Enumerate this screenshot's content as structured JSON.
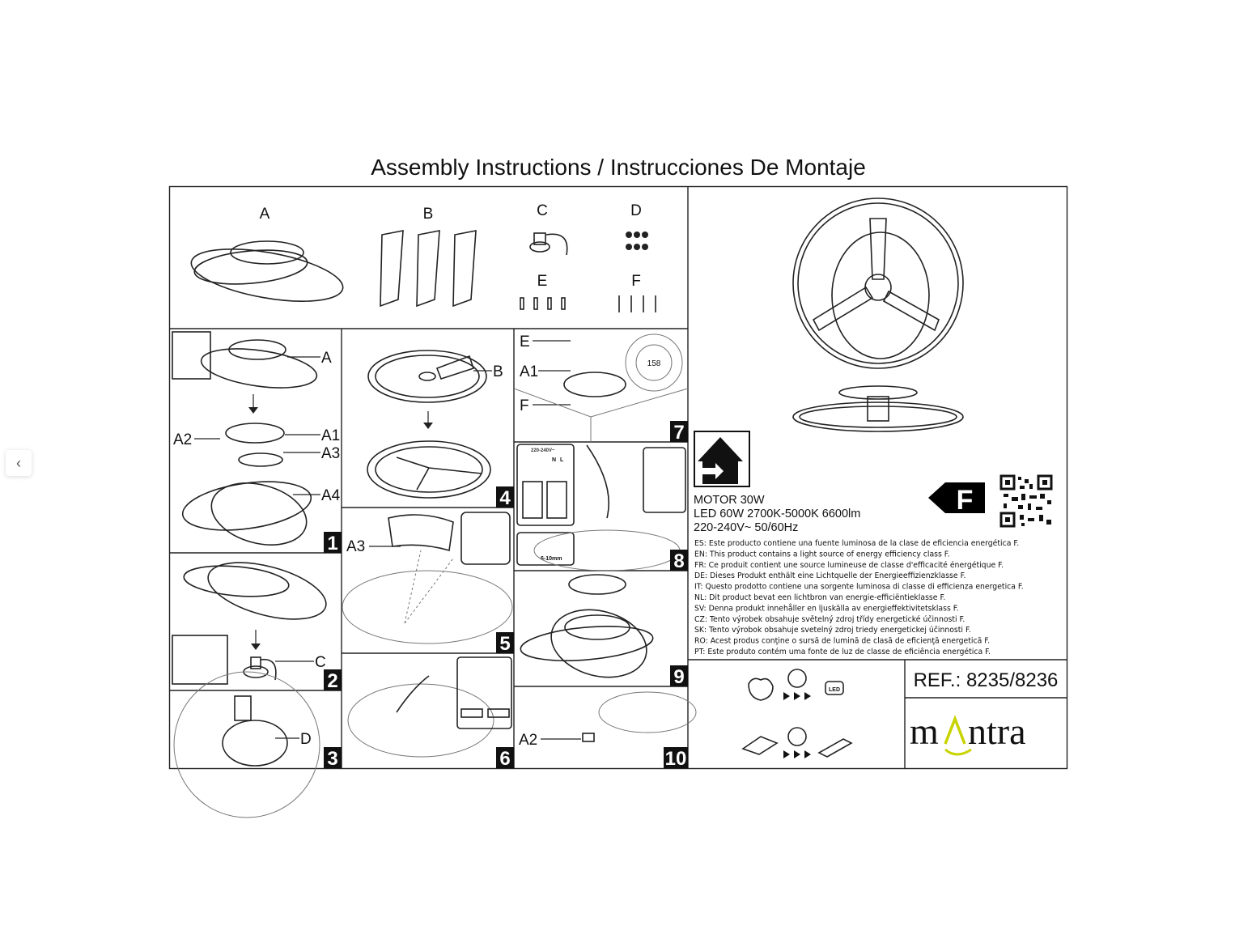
{
  "viewer": {
    "prev_icon": "chevron-left-icon",
    "prev_glyph": "‹"
  },
  "document": {
    "title": "Assembly Instructions / Instrucciones De Montaje",
    "parts": [
      "A",
      "B",
      "C",
      "D",
      "E",
      "F"
    ],
    "steps": {
      "s1": {
        "num": "1",
        "labels": [
          "A",
          "A1",
          "A2",
          "A3",
          "A4"
        ]
      },
      "s2": {
        "num": "2",
        "labels": [
          "C"
        ]
      },
      "s3": {
        "num": "3",
        "labels": [
          "D"
        ]
      },
      "s4": {
        "num": "4",
        "labels": [
          "B"
        ]
      },
      "s5": {
        "num": "5",
        "labels": [
          "A3"
        ]
      },
      "s6": {
        "num": "6"
      },
      "s7": {
        "num": "7",
        "labels": [
          "E",
          "A1",
          "F"
        ],
        "dimension": "158"
      },
      "s8": {
        "num": "8",
        "voltage": "220-240V~",
        "neutral": "N",
        "live": "L",
        "strip": "6-10mm"
      },
      "s9": {
        "num": "9"
      },
      "s10": {
        "num": "10",
        "labels": [
          "A2"
        ]
      }
    },
    "specs": {
      "motor": "MOTOR 30W",
      "led": "LED 60W 2700K-5000K 6600lm",
      "power": "220-240V~ 50/60Hz",
      "energy_class": "F",
      "energy_color": "#000000"
    },
    "languages": [
      "ES: Este producto contiene una fuente luminosa de la clase de eficiencia energética F.",
      "EN: This product contains a light source of energy efficiency class F.",
      "FR: Ce produit contient une source lumineuse de classe d'efficacité énergétique F.",
      "DE: Dieses Produkt enthält eine Lichtquelle der Energieeffizienzklasse F.",
      "IT: Questo prodotto contiene una sorgente luminosa di classe di efficienza energetica F.",
      "NL: Dit product bevat een lichtbron van energie-efficiëntieklasse F.",
      "SV: Denna produkt innehåller en ljuskälla av energieffektivitetsklass F.",
      "CZ: Tento výrobek obsahuje světelný zdroj třídy energetické účinnosti F.",
      "SK: Tento výrobok obsahuje svetelný zdroj triedy energetickej účinnosti F.",
      "RO: Acest produs conţine o sursă de lumină de clasă de eficienţă energetică F.",
      "PT: Este produto contém uma fonte de luz de classe de eficiência energética F."
    ],
    "ref": "REF.: 8235/8236",
    "led_icon_text": "LED",
    "brand": {
      "logo_text": "mantra",
      "accent": "#c8d400"
    }
  }
}
